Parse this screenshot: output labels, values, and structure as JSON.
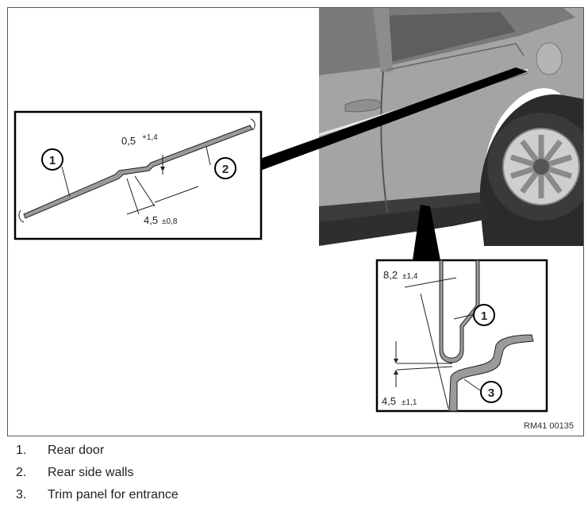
{
  "callouts": {
    "c1_left": "1",
    "c2_left": "2",
    "c1_right": "1",
    "c3_right": "3"
  },
  "dimensions": {
    "d1_value": "0,5",
    "d1_tol": "+1,4",
    "d2_value": "4,5",
    "d2_tol": "±0,8",
    "d3_value": "8,2",
    "d3_tol": "±1,4",
    "d4_value": "4,5",
    "d4_tol": "±1,1"
  },
  "figure_ref": "RM41 00135",
  "legend": [
    {
      "num": "1.",
      "text": "Rear door"
    },
    {
      "num": "2.",
      "text": "Rear side walls"
    },
    {
      "num": "3.",
      "text": "Trim panel for entrance"
    }
  ],
  "colors": {
    "car_body": "#a9a9a9",
    "tire": "#3a3a3a",
    "window": "#7d7d7d"
  }
}
